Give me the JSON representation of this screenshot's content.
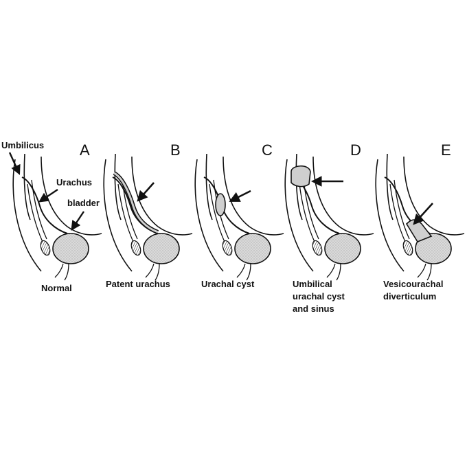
{
  "callouts": {
    "umbilicus": "Umbilicus",
    "urachus": "Urachus",
    "bladder": "bladder"
  },
  "panels": [
    {
      "letter": "A",
      "caption": [
        "Normal"
      ]
    },
    {
      "letter": "B",
      "caption": [
        "Patent urachus"
      ]
    },
    {
      "letter": "C",
      "caption": [
        "Urachal cyst"
      ]
    },
    {
      "letter": "D",
      "caption": [
        "Umbilical",
        "urachal cyst",
        "and sinus"
      ]
    },
    {
      "letter": "E",
      "caption": [
        "Vesicourachal",
        "diverticulum"
      ]
    }
  ],
  "colors": {
    "ink": "#111111",
    "fill": "#d6d6d6",
    "background": "#ffffff"
  }
}
